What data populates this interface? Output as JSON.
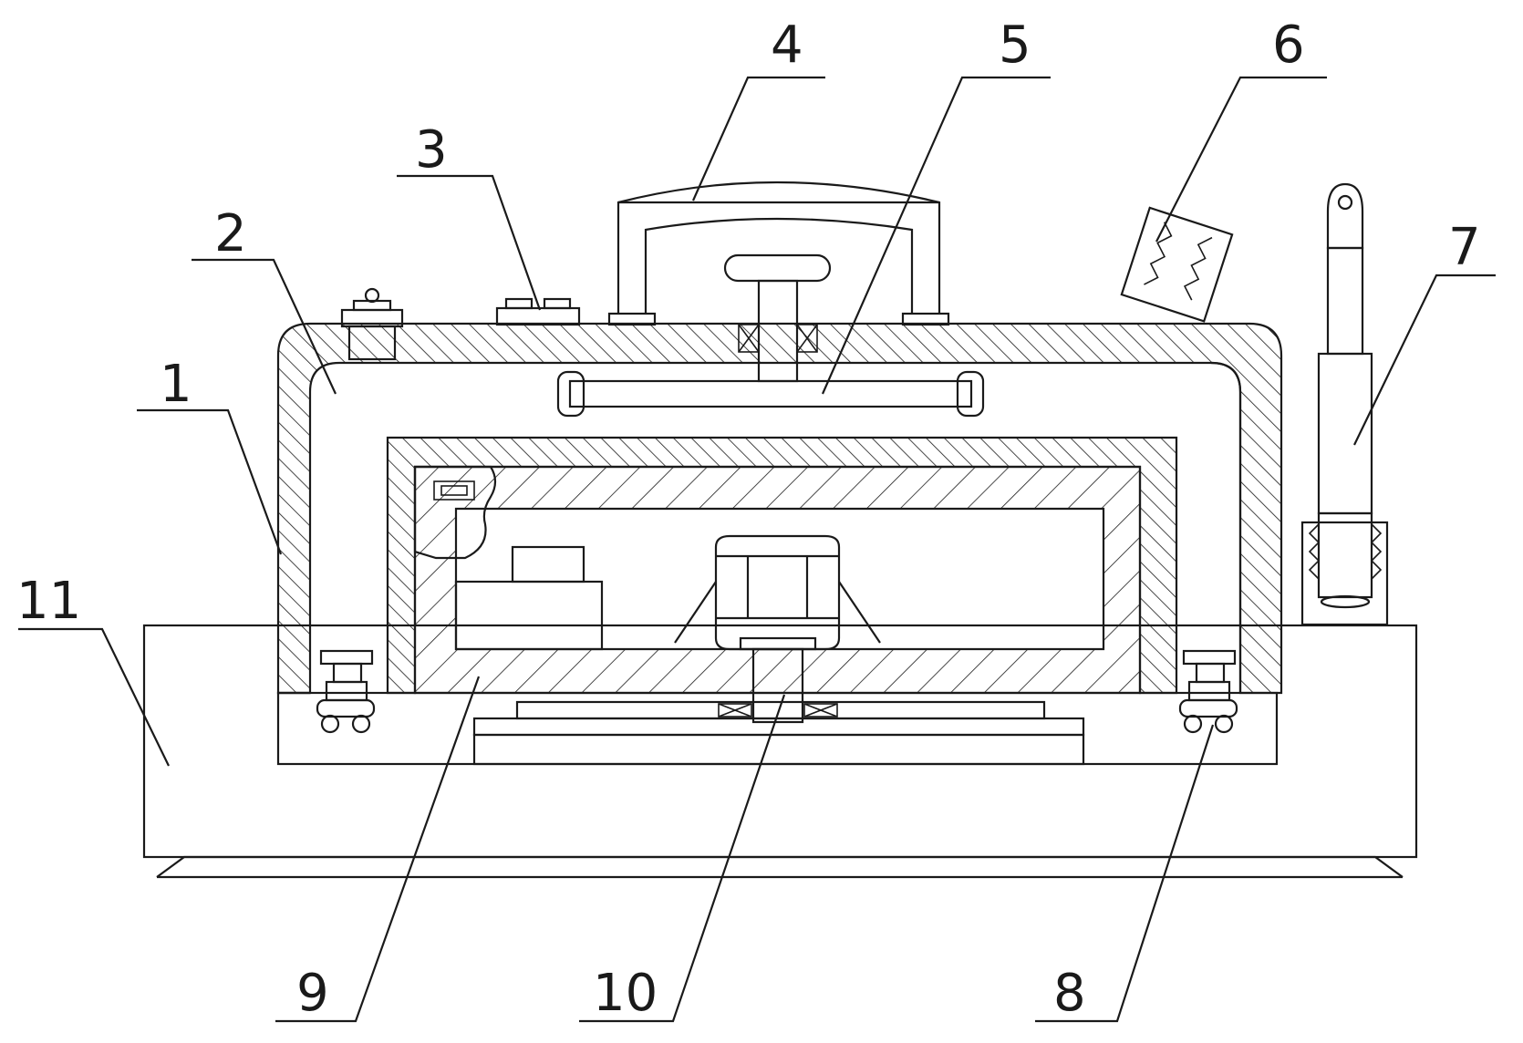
{
  "diagram": {
    "part_labels": [
      {
        "id": "1",
        "text": "1"
      },
      {
        "id": "2",
        "text": "2"
      },
      {
        "id": "3",
        "text": "3"
      },
      {
        "id": "4",
        "text": "4"
      },
      {
        "id": "5",
        "text": "5"
      },
      {
        "id": "6",
        "text": "6"
      },
      {
        "id": "7",
        "text": "7"
      },
      {
        "id": "8",
        "text": "8"
      },
      {
        "id": "9",
        "text": "9"
      },
      {
        "id": "10",
        "text": "10"
      },
      {
        "id": "11",
        "text": "11"
      }
    ]
  },
  "colors": {
    "line": "#1a1a1a",
    "background": "#ffffff"
  }
}
